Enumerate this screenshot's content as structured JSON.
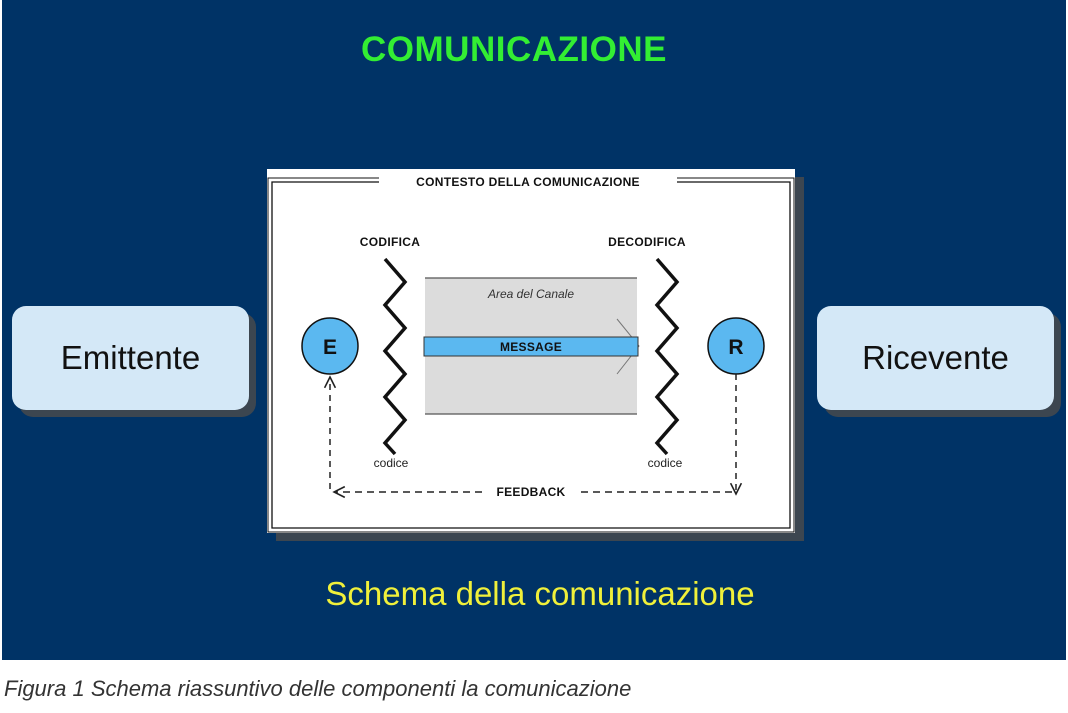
{
  "slide": {
    "title": "COMUNICAZIONE",
    "subtitle": "Schema della comunicazione",
    "emitter_label": "Emittente",
    "receiver_label": "Ricevente"
  },
  "diagram": {
    "context_label": "CONTESTO DELLA COMUNICAZIONE",
    "encoding_label": "CODIFICA",
    "decoding_label": "DECODIFICA",
    "channel_label": "Area del Canale",
    "message_label": "MESSAGE",
    "sender_node": "E",
    "receiver_node": "R",
    "code_label_left": "codice",
    "code_label_right": "codice",
    "feedback_label": "FEEDBACK"
  },
  "caption": "Figura 1 Schema riassuntivo delle componenti la comunicazione",
  "colors": {
    "slide_background": "#003366",
    "title": "#33ee33",
    "subtitle": "#f0f03a",
    "side_box": "#d4e8f7",
    "node_fill": "#5bb8f0",
    "message_bar": "#5bb8f0",
    "channel_area": "#dcdcdc"
  }
}
